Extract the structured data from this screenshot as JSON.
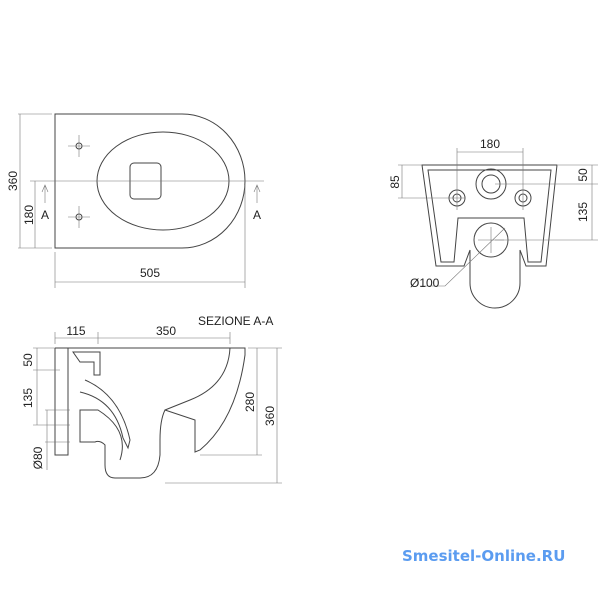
{
  "top_view": {
    "width": "505",
    "height": "360",
    "half_height": "180",
    "section_mark": "A"
  },
  "front_view": {
    "bolt_spacing": "180",
    "bolt_height": "85",
    "inlet_offset": "50",
    "outlet_offset": "135",
    "outlet_diameter": "Ø100"
  },
  "section_view": {
    "title": "SEZIONE A-A",
    "wall_depth": "115",
    "bowl_length": "350",
    "inlet_height": "50",
    "drop": "135",
    "outlet_diameter": "Ø80",
    "rim_height": "280",
    "total_height": "360"
  },
  "watermark": {
    "text": "Smesitel-Online.RU",
    "color": "#5b9cf0"
  }
}
